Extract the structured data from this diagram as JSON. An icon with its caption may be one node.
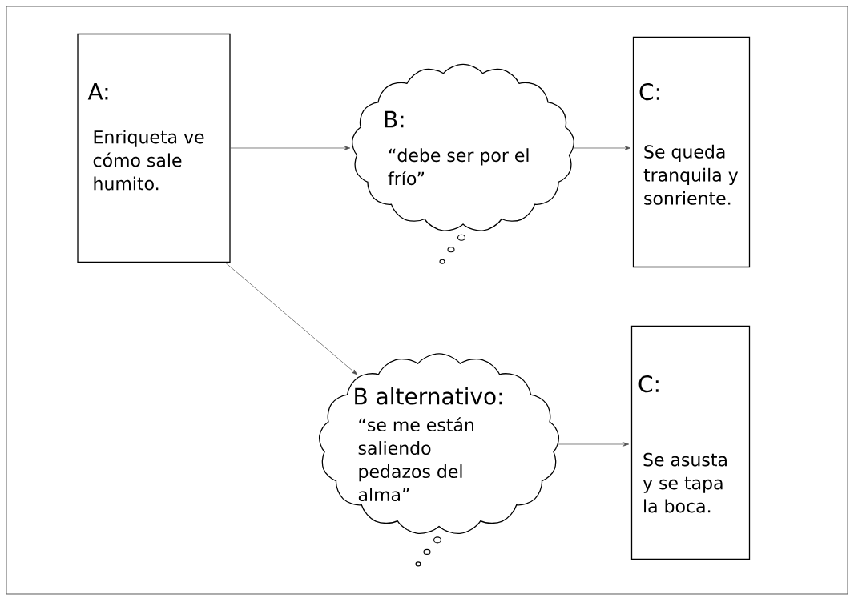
{
  "diagram": {
    "nodes": [
      {
        "text": [
          "A:",
          "Enriqueta ve cómo sale humito."
        ]
      },
      {
        "text": [
          "B:",
          "“debe ser por el frío”"
        ]
      },
      {
        "text": [
          "C:",
          "Se queda tranquila y sonriente."
        ]
      },
      {
        "text": [
          "B alternativo:",
          "“se me están saliendo pedazos del alma”"
        ]
      },
      {
        "text": [
          "C:",
          "Se asusta y se tapa la boca."
        ]
      }
    ],
    "edges": [
      {
        "from": 0,
        "to": 1,
        "arrow": "to"
      },
      {
        "from": 0,
        "to": 3,
        "arrow": "to"
      },
      {
        "from": 1,
        "to": 2,
        "arrow": "to"
      },
      {
        "from": 3,
        "to": 4,
        "arrow": "to"
      }
    ]
  }
}
